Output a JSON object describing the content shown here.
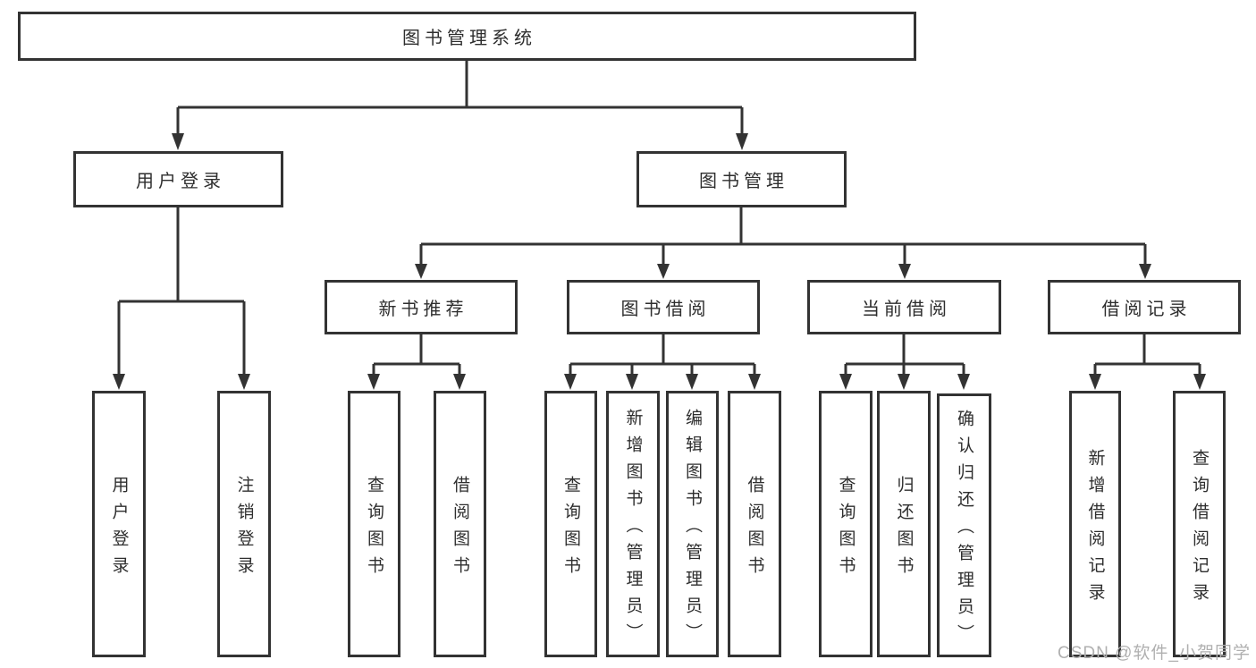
{
  "diagram": {
    "root": {
      "label": "图书管理系统"
    },
    "branches": [
      {
        "label": "用户登录",
        "children": [
          {
            "label": "用户登录"
          },
          {
            "label": "注销登录"
          }
        ]
      },
      {
        "label": "图书管理",
        "children": [
          {
            "label": "新书推荐",
            "children": [
              {
                "label": "查询图书"
              },
              {
                "label": "借阅图书"
              }
            ]
          },
          {
            "label": "图书借阅",
            "children": [
              {
                "label": "查询图书"
              },
              {
                "label": "新增图书（管理员）"
              },
              {
                "label": "编辑图书（管理员）"
              },
              {
                "label": "借阅图书"
              }
            ]
          },
          {
            "label": "当前借阅",
            "children": [
              {
                "label": "查询图书"
              },
              {
                "label": "归还图书"
              },
              {
                "label": "确认归还（管理员）"
              }
            ]
          },
          {
            "label": "借阅记录",
            "children": [
              {
                "label": "新增借阅记录"
              },
              {
                "label": "查询借阅记录"
              }
            ]
          }
        ]
      }
    ]
  },
  "watermark": {
    "text": "CSDN @软件_小贺同学"
  },
  "colors": {
    "line": "#333333",
    "box_bg": "#ffffff",
    "text": "#2e2e2e",
    "watermark": "#b0b0b0"
  }
}
